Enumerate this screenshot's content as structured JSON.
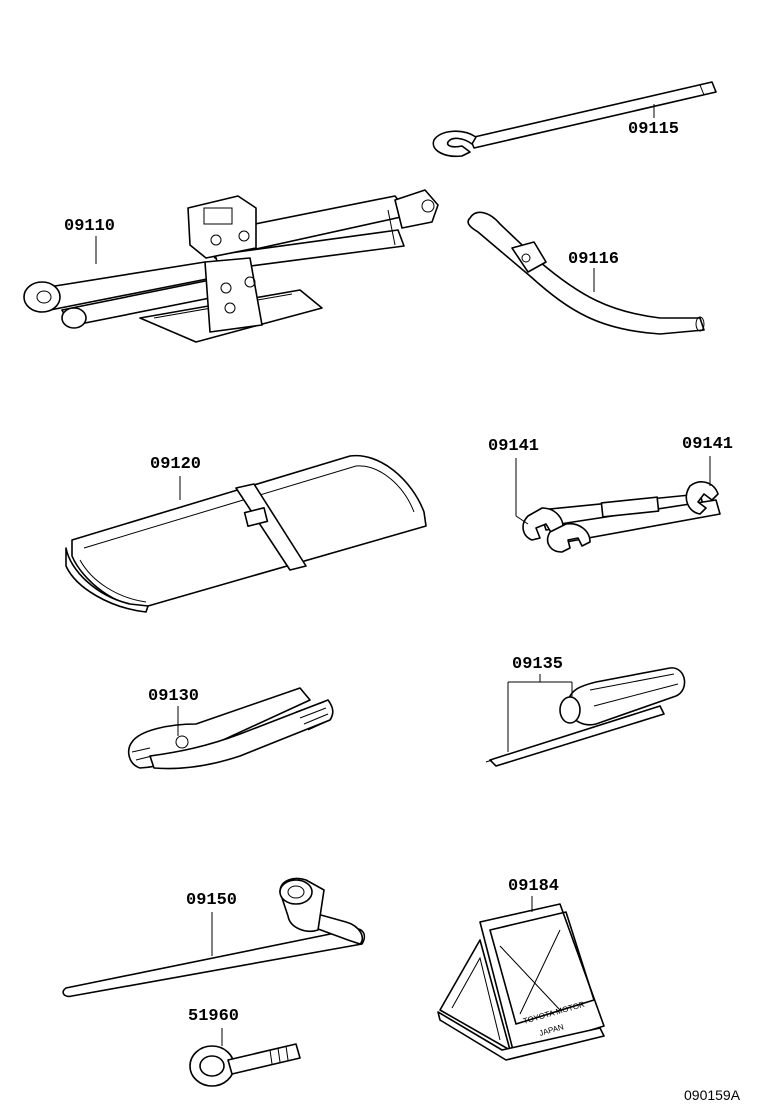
{
  "parts": [
    {
      "id": "jack",
      "number": "09110"
    },
    {
      "id": "jack-handle-wrench",
      "number": "09115"
    },
    {
      "id": "jack-handle-extension",
      "number": "09116"
    },
    {
      "id": "tool-bag",
      "number": "09120"
    },
    {
      "id": "wrench-left",
      "number": "09141"
    },
    {
      "id": "wrench-right",
      "number": "09141"
    },
    {
      "id": "pliers",
      "number": "09130"
    },
    {
      "id": "screwdriver",
      "number": "09135"
    },
    {
      "id": "wheel-nut-wrench",
      "number": "09150"
    },
    {
      "id": "towing-eye-bolt",
      "number": "51960"
    },
    {
      "id": "warning-triangle",
      "number": "09184"
    }
  ],
  "triangle_text": {
    "line1": "TOYOTA MOTOR",
    "line2": "JAPAN"
  },
  "figure_code": "090159A"
}
